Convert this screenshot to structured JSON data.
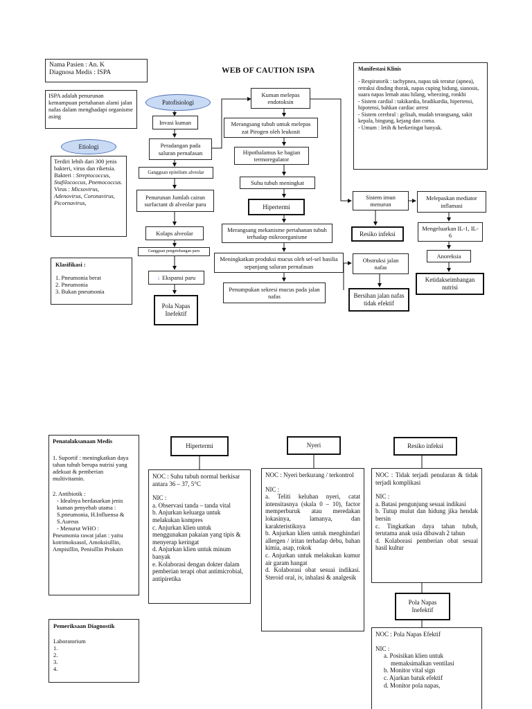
{
  "page1": {
    "patient": {
      "name": "Nama Pasien : An. K",
      "diagnosis": "Diagnosa Medis : ISPA"
    },
    "title": "WEB OF CAUTION ISPA",
    "definition": "ISPA adalah penurunan kemampuan pertahanan alami jalan nafas dalam menghadapi organisme asing",
    "patofisiologi": "Patofisiologi",
    "etiologi": {
      "label": "Etiologi",
      "text": "Terdiri lebih dari 300 jenis bakteri, virus dan riketsia.",
      "bakteri_label": "Bakteri : ",
      "bakteri": "Streptococcus, Stafilococcus, Pnemococcus.",
      "virus_label": "Virus : ",
      "virus": "Micsovirus, Adenovirus, Coronavirus, Picornavirus,"
    },
    "klasifikasi": {
      "title": "Klasifikasi :",
      "items": [
        "1. Pneumonia berat",
        "2. Pneumonia",
        "3. Bukan pneumonia"
      ]
    },
    "manifestasi": {
      "title": "Manifestasi Klinis",
      "items": [
        "- Respiratorik : tachypnea, napas tak teratur (apnea), retraksi dinding thorak, napas cuping hidung, sianosis, suara napas lemah atau hilang, wheezing, ronkhi",
        "- Sistem cardial : takikardia, bradikardia, hipertensi, hipotensi, bahkan cardiac arrest",
        "- Sistem cerebral : gelisah, mudah terangsang, sakit kepala, bingung, kejang dan coma.",
        "- Umum : letih & berkeringat banyak."
      ]
    },
    "flow": {
      "invasi": "Invasi kuman",
      "peradangan": "Peradangan pada saluran pernafasan",
      "gangguan_epitelium": "Gangguan epitelium alveolar",
      "penurunan_cairan": "Penurunan Jumlah cairan surfactant di alveolar paru",
      "kolaps": "Kolaps alveolar",
      "gangguan_pengembangan": "Gangguan pengembangan paru",
      "ekspansi": "Ekspansi paru",
      "pola_napas": "Pola Napas Inefektif",
      "kuman_endotoksin": "Kuman melepas endotoksin",
      "merangsang_pirogen": "Merangsang tubuh untuk melepas zat Pirogen oleh leukosit",
      "hipothalamus": "Hipothalamus ke bagian termoregulator",
      "suhu_meningkat": "Suhu tubuh meningkat",
      "hipertermi": "Hipertermi",
      "merangsang_mekanisme": "Merangsang mekanisme pertahanan tubuh terhadap mikroorganisme",
      "meningkatkan_mucus": "Meningkatkan produksi mucus oleh sel-sel basilia sepanjang saluran pernafasan",
      "penumpukan": "Penumpukan sekresi mucus pada jalan nafas",
      "sistem_imun": "Sistem imun menurun",
      "resiko_infeksi": "Resiko infeksi",
      "melepaskan_mediator": "Melepaskan mediator inflamasi",
      "mengeluarkan_il": "Mengeluarkan IL-1, IL-6",
      "anoreksia": "Anoreksia",
      "ketidakseimbangan": "Ketidakseimbangan nutrisi",
      "obstruksi": "Obstruksi jalan nafas",
      "bersihan": "Bersihan jalan nafas tidak efektif"
    }
  },
  "page2": {
    "penatalaksanaan": {
      "title": "Penatalaksanaan Medis",
      "p1": "1. Suportif : meningkatkan daya tahan tubuh berupa nutrisi yang adekuat & pemberian multivitamin.",
      "p2": "2. Antibiotik :",
      "p2a": "- Idealnya berdasarkan jenis kuman penyebab utama : S.pneumonia, H.Influensa & S.Aureus",
      "p2b": "- Menurut WHO :",
      "p2c": "Pneumonia rawat jalan : yaitu kotrimoksasol, Amoksisillin, Ampisillin, Penisillin Prokain"
    },
    "pemeriksaan": {
      "title": "Pemeriksaan Diagnostik",
      "lab": "Laboratorium",
      "items": [
        "1.",
        "2.",
        "3.",
        "4."
      ]
    },
    "hipertermi": {
      "label": "Hipertermi",
      "noc": "NOC : Suhu tubuh normal berkisar antara 36 – 37, 5°C",
      "nic": "NIC :",
      "items": [
        "a. Observasi tanda – tanda vital",
        "b. Anjurkan keluarga untuk melakukan kompres",
        "c. Anjurkan klien untuk menggunakan pakaian yang tipis & menyerap keringat",
        "d. Anjurkan klien untuk minum banyak",
        "e. Kolaborasi dengan dokter dalam pemberian terapi obat antimicrobial, antipiretika"
      ]
    },
    "nyeri": {
      "label": "Nyeri",
      "noc": "NOC : Nyeri berkurang / terkontrol",
      "nic": "NIC :",
      "items": [
        "a. Teliti keluhan nyeri, catat intensitasnya (skala 0 – 10), factor memperburuk atau meredakan lokasinya, lamanya, dan karakteristiknya",
        "b. Anjurkan klien untuk menghindari allergen / iritan terhadap debu, bahan kimia, asap, rokok",
        "c. Anjurkan untuk melakukan kumur air garam hangat",
        "d. Kolaborasi obat sesuai indikasi. Steroid oral, iv, inhalasi & analgesik"
      ]
    },
    "resiko": {
      "label": "Resiko infeksi",
      "noc": "NOC : Tidak terjadi penularan & tidak terjadi komplikasi",
      "nic": "NIC :",
      "items": [
        "a. Batasi pengunjung sesuai indikasi",
        "b. Tutup mulut dan hidung jika hendak bersin",
        "c. Tingkatkan daya tahan tubuh, terutama anak usia dibawah 2 tahun",
        "d. Kolaborasi pemberian obat sesuai hasil kultur"
      ]
    },
    "pola": {
      "label": "Pola Napas Inefektif",
      "noc": "NOC : Pola Napas Efektif",
      "nic": "NIC :",
      "items": [
        "a. Posisikan klien untuk memaksimalkan ventilasi",
        "b. Monitor vital sign",
        "c. Ajarkan batuk efektif",
        "d. Monitor pola napas,"
      ]
    }
  }
}
